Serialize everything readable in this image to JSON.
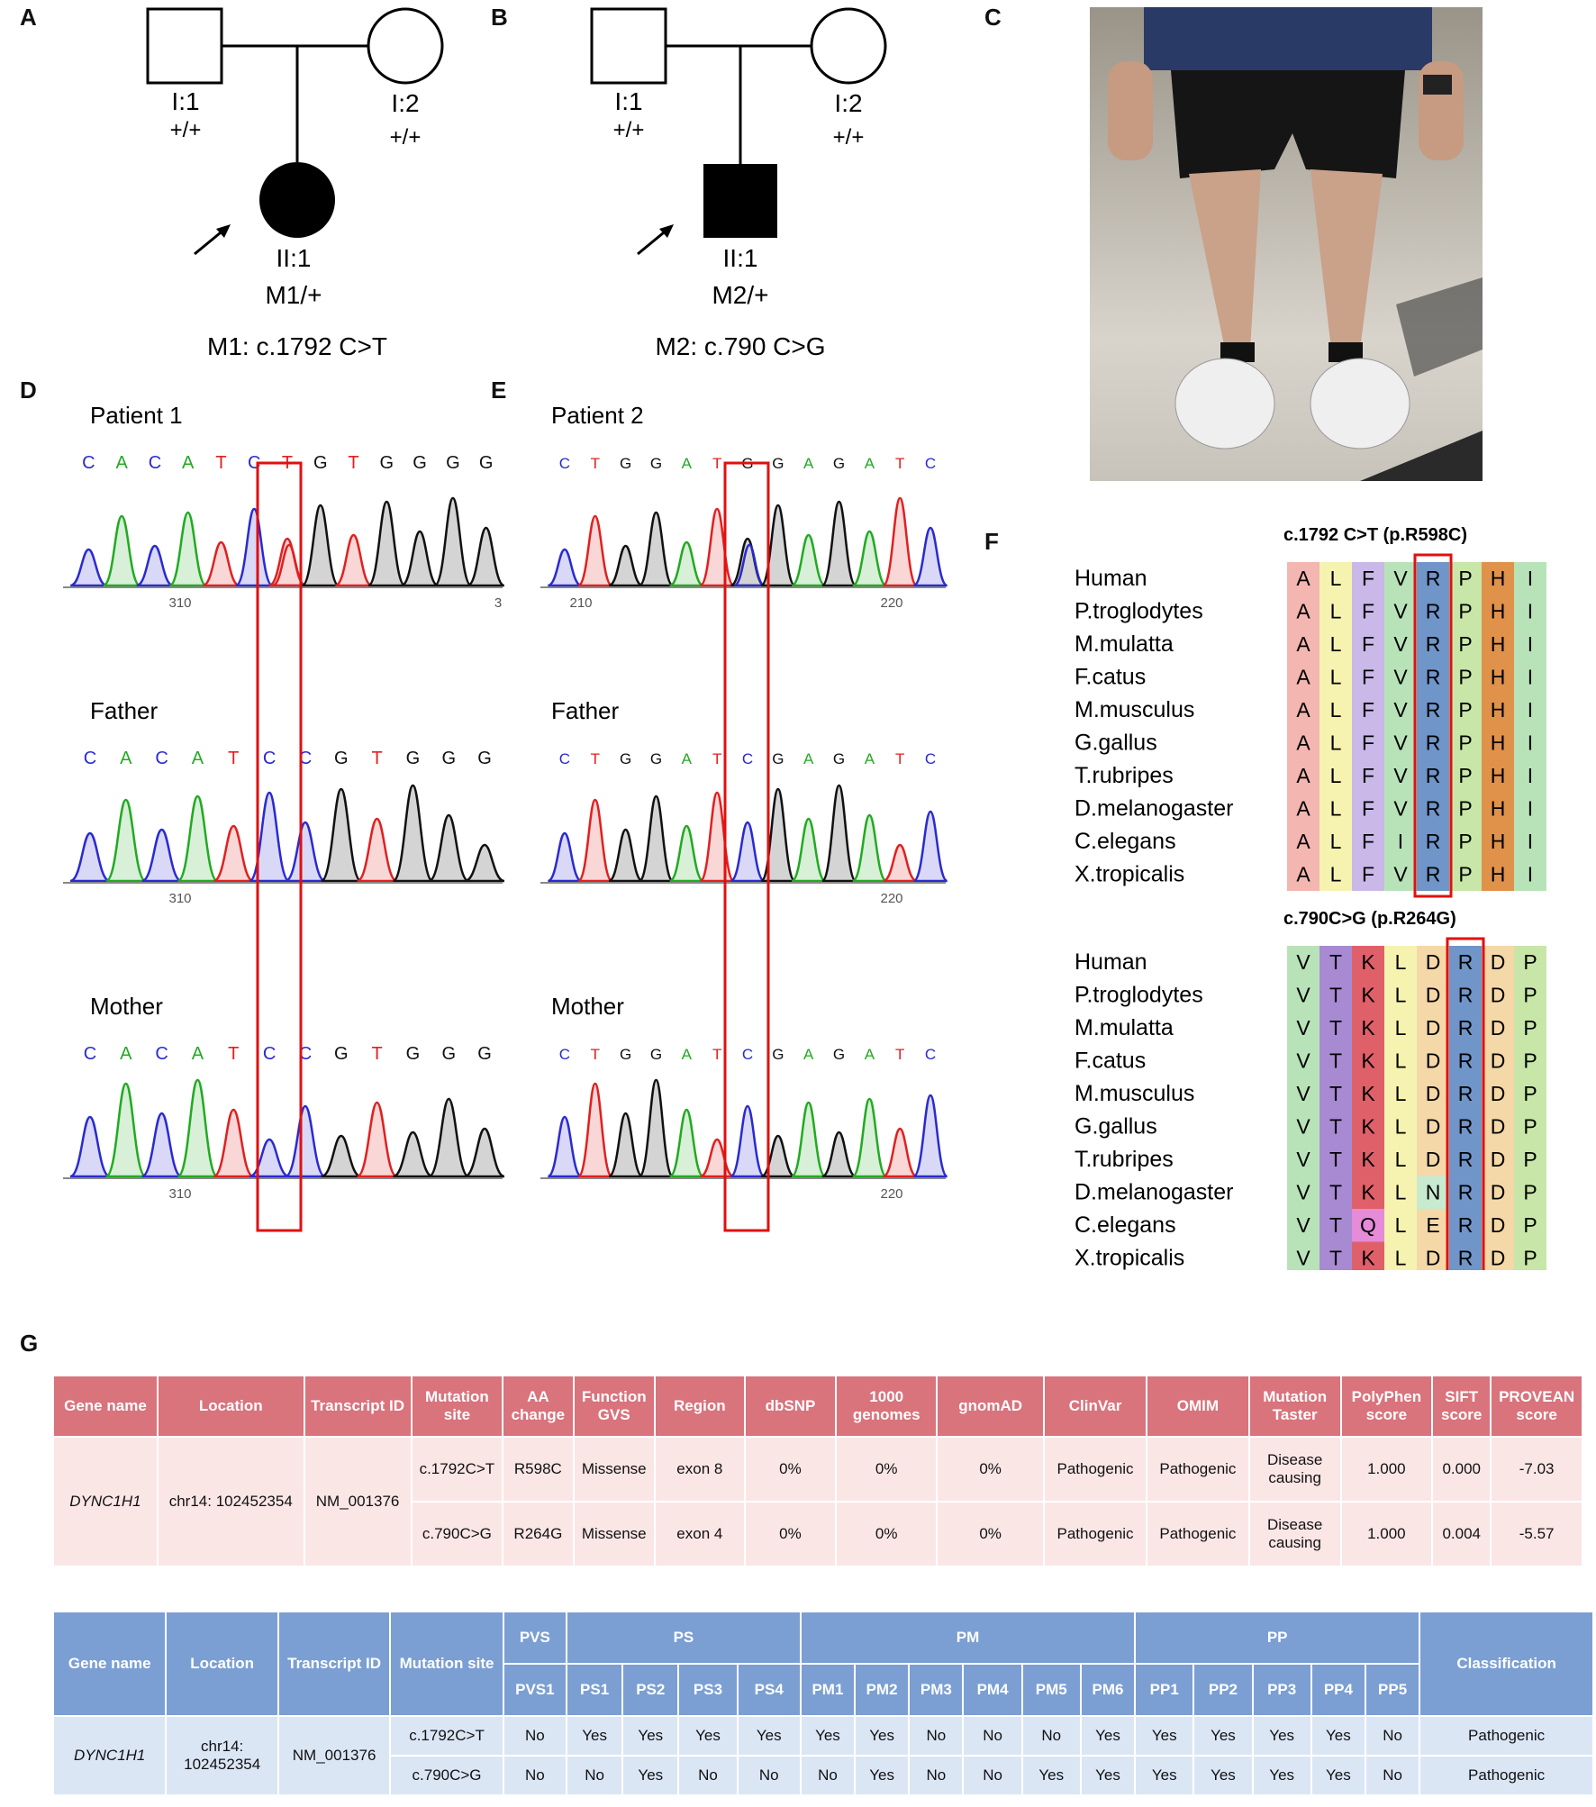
{
  "panel_labels": {
    "A": "A",
    "B": "B",
    "C": "C",
    "D": "D",
    "E": "E",
    "F": "F",
    "G": "G"
  },
  "pedigree_a": {
    "father": "I:1",
    "father_geno": "+/+",
    "mother": "I:2",
    "mother_geno": "+/+",
    "proband": "II:1",
    "proband_geno": "M1/+",
    "caption": "M1: c.1792 C>T"
  },
  "pedigree_b": {
    "father": "I:1",
    "father_geno": "+/+",
    "mother": "I:2",
    "mother_geno": "+/+",
    "proband": "II:1",
    "proband_geno": "M2/+",
    "caption": "M2: c.790 C>G"
  },
  "photo": {
    "description_icon": "patient-photo-legs"
  },
  "seq_d": [
    {
      "title": "Patient 1",
      "bases": [
        "C",
        "A",
        "C",
        "A",
        "T",
        "C",
        "T",
        "G",
        "T",
        "G",
        "G",
        "G",
        "G"
      ],
      "tick": "310",
      "tick_right": "3"
    },
    {
      "title": "Father",
      "bases": [
        "C",
        "A",
        "C",
        "A",
        "T",
        "C",
        "C",
        "G",
        "T",
        "G",
        "G",
        "G"
      ],
      "tick": "310"
    },
    {
      "title": "Mother",
      "bases": [
        "C",
        "A",
        "C",
        "A",
        "T",
        "C",
        "C",
        "G",
        "T",
        "G",
        "G",
        "G"
      ],
      "tick": "310"
    }
  ],
  "seq_e": [
    {
      "title": "Patient 2",
      "bases": [
        "C",
        "T",
        "G",
        "G",
        "A",
        "T",
        "G",
        "G",
        "A",
        "G",
        "A",
        "T",
        "C"
      ],
      "tick_left": "210",
      "tick": "220"
    },
    {
      "title": "Father",
      "bases": [
        "C",
        "T",
        "G",
        "G",
        "A",
        "T",
        "C",
        "G",
        "A",
        "G",
        "A",
        "T",
        "C"
      ],
      "tick": "220"
    },
    {
      "title": "Mother",
      "bases": [
        "C",
        "T",
        "G",
        "G",
        "A",
        "T",
        "C",
        "G",
        "A",
        "G",
        "A",
        "T",
        "C"
      ],
      "tick": "220"
    }
  ],
  "base_colors": {
    "A": "#22aa22",
    "C": "#2a2ad0",
    "G": "#111111",
    "T": "#e02020"
  },
  "align1": {
    "title": "c.1792 C>T (p.R598C)",
    "species": [
      "Human",
      "P.troglodytes",
      "M.mulatta",
      "F.catus",
      "M.musculus",
      "G.gallus",
      "T.rubripes",
      "D.melanogaster",
      "C.elegans",
      "X.tropicalis"
    ],
    "rows": [
      "ALFVRPHI",
      "ALFVRPHI",
      "ALFVRPHI",
      "ALFVRPHI",
      "ALFVRPHI",
      "ALFVRPHI",
      "ALFVRPHI",
      "ALFVRPHI",
      "ALFIRPHI",
      "ALFVRPHI"
    ],
    "highlight_col": 4
  },
  "align2": {
    "title": "c.790C>G (p.R264G)",
    "species": [
      "Human",
      "P.troglodytes",
      "M.mulatta",
      "F.catus",
      "M.musculus",
      "G.gallus",
      "T.rubripes",
      "D.melanogaster",
      "C.elegans",
      "X.tropicalis"
    ],
    "rows": [
      "VTKLDRDP",
      "VTKLDRDP",
      "VTKLDRDP",
      "VTKLDRDP",
      "VTKLDRDP",
      "VTKLDRDP",
      "VTKLDRDP",
      "VTKLNRDP",
      "VTQLERDP",
      "VTKLDRDP"
    ],
    "highlight_col": 5
  },
  "aa_colors": {
    "A": "#f4b6b0",
    "L": "#f6f3b0",
    "F": "#c9b8e8",
    "V": "#b8e3b8",
    "I": "#b8e3b8",
    "R": "#6f95c9",
    "P": "#c7e6a8",
    "H": "#e0914a",
    "T": "#a78ad2",
    "K": "#e0606a",
    "Q": "#e58bd8",
    "D": "#f5d8a8",
    "N": "#c8ebd0",
    "E": "#f5d8a8"
  },
  "table1": {
    "headers": [
      "Gene name",
      "Location",
      "Transcript ID",
      "Mutation site",
      "AA change",
      "Function GVS",
      "Region",
      "dbSNP",
      "1000 genomes",
      "gnomAD",
      "ClinVar",
      "OMIM",
      "Mutation Taster",
      "PolyPhen score",
      "SIFT score",
      "PROVEAN score"
    ],
    "gene": "DYNC1H1",
    "location": "chr14: 102452354",
    "transcript": "NM_001376",
    "rows": [
      [
        "c.1792C>T",
        "R598C",
        "Missense",
        "exon 8",
        "0%",
        "0%",
        "0%",
        "Pathogenic",
        "Pathogenic",
        "Disease causing",
        "1.000",
        "0.000",
        "-7.03"
      ],
      [
        "c.790C>G",
        "R264G",
        "Missense",
        "exon 4",
        "0%",
        "0%",
        "0%",
        "Pathogenic",
        "Pathogenic",
        "Disease causing",
        "1.000",
        "0.004",
        "-5.57"
      ]
    ]
  },
  "table2": {
    "headers": [
      "Gene name",
      "Location",
      "Transcript ID",
      "Mutation site"
    ],
    "groups": [
      "PVS",
      "PS",
      "PM",
      "PP"
    ],
    "sub": [
      "PVS1",
      "PS1",
      "PS2",
      "PS3",
      "PS4",
      "PM1",
      "PM2",
      "PM3",
      "PM4",
      "PM5",
      "PM6",
      "PP1",
      "PP2",
      "PP3",
      "PP4",
      "PP5"
    ],
    "classification_header": "Classification",
    "gene": "DYNC1H1",
    "location": "chr14: 102452354",
    "transcript": "NM_001376",
    "rows": [
      {
        "site": "c.1792C>T",
        "values": [
          "No",
          "Yes",
          "Yes",
          "Yes",
          "Yes",
          "Yes",
          "Yes",
          "No",
          "No",
          "No",
          "Yes",
          "Yes",
          "Yes",
          "Yes",
          "Yes",
          "No"
        ],
        "class": "Pathogenic"
      },
      {
        "site": "c.790C>G",
        "values": [
          "No",
          "No",
          "Yes",
          "No",
          "No",
          "No",
          "Yes",
          "No",
          "No",
          "Yes",
          "Yes",
          "Yes",
          "Yes",
          "Yes",
          "Yes",
          "No"
        ],
        "class": "Pathogenic"
      }
    ]
  }
}
